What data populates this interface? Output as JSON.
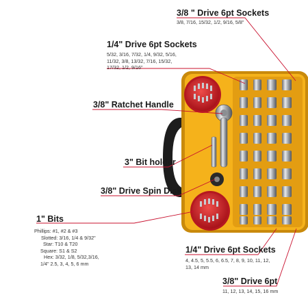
{
  "callouts": {
    "sockets_38_6pt_top": {
      "title": "3/8 \" Drive 6pt Sockets",
      "sizes": "3/8, 7/16, 15/32, 1/2, 9/16, 5/8\""
    },
    "sockets_14_6pt_top": {
      "title": "1/4\" Drive 6pt Sockets",
      "sizes": [
        "5/32, 3/16, 7/32, 1/4, 9/32, 5/16,",
        "11/32, 3/8, 13/32, 7/16, 15/32,",
        "17/32, 1/2, 9/16\""
      ]
    },
    "ratchet_handle": {
      "title": "3/8\" Ratchet Handle"
    },
    "bit_holder": {
      "title": "3\" Bit holder"
    },
    "spin_disk": {
      "title": "3/8\" Drive Spin Disk"
    },
    "bits": {
      "title": "1\" Bits",
      "lines": [
        "Phillips: #1, #2 & #3",
        "Slotted: 3/16, 1/4 & 9/32\"",
        "Star: T10 & T20",
        "Square: S1 & S2",
        "Hex: 3/32, 1/8, 5/32,3/16,",
        "1/4\" 2.5, 3, 4, 5, 6 mm"
      ]
    },
    "sockets_14_6pt_bottom": {
      "title": "1/4\" Drive 6pt Sockets",
      "sizes": [
        "4, 4.5, 5, 5.5, 6, 6.5, 7, 8, 9, 10, 11, 12,",
        "13, 14 mm"
      ]
    },
    "sockets_38_6pt_bottom": {
      "title": "3/8\" Drive 6pt",
      "sizes": "11, 12, 13, 14, 15, 16 mm"
    }
  },
  "colors": {
    "case_yellow": "#f5b21b",
    "case_dark": "#c98a0c",
    "disk_red": "#d8222a",
    "leader_red": "#c8102e",
    "chrome": "#b9bcc0"
  }
}
